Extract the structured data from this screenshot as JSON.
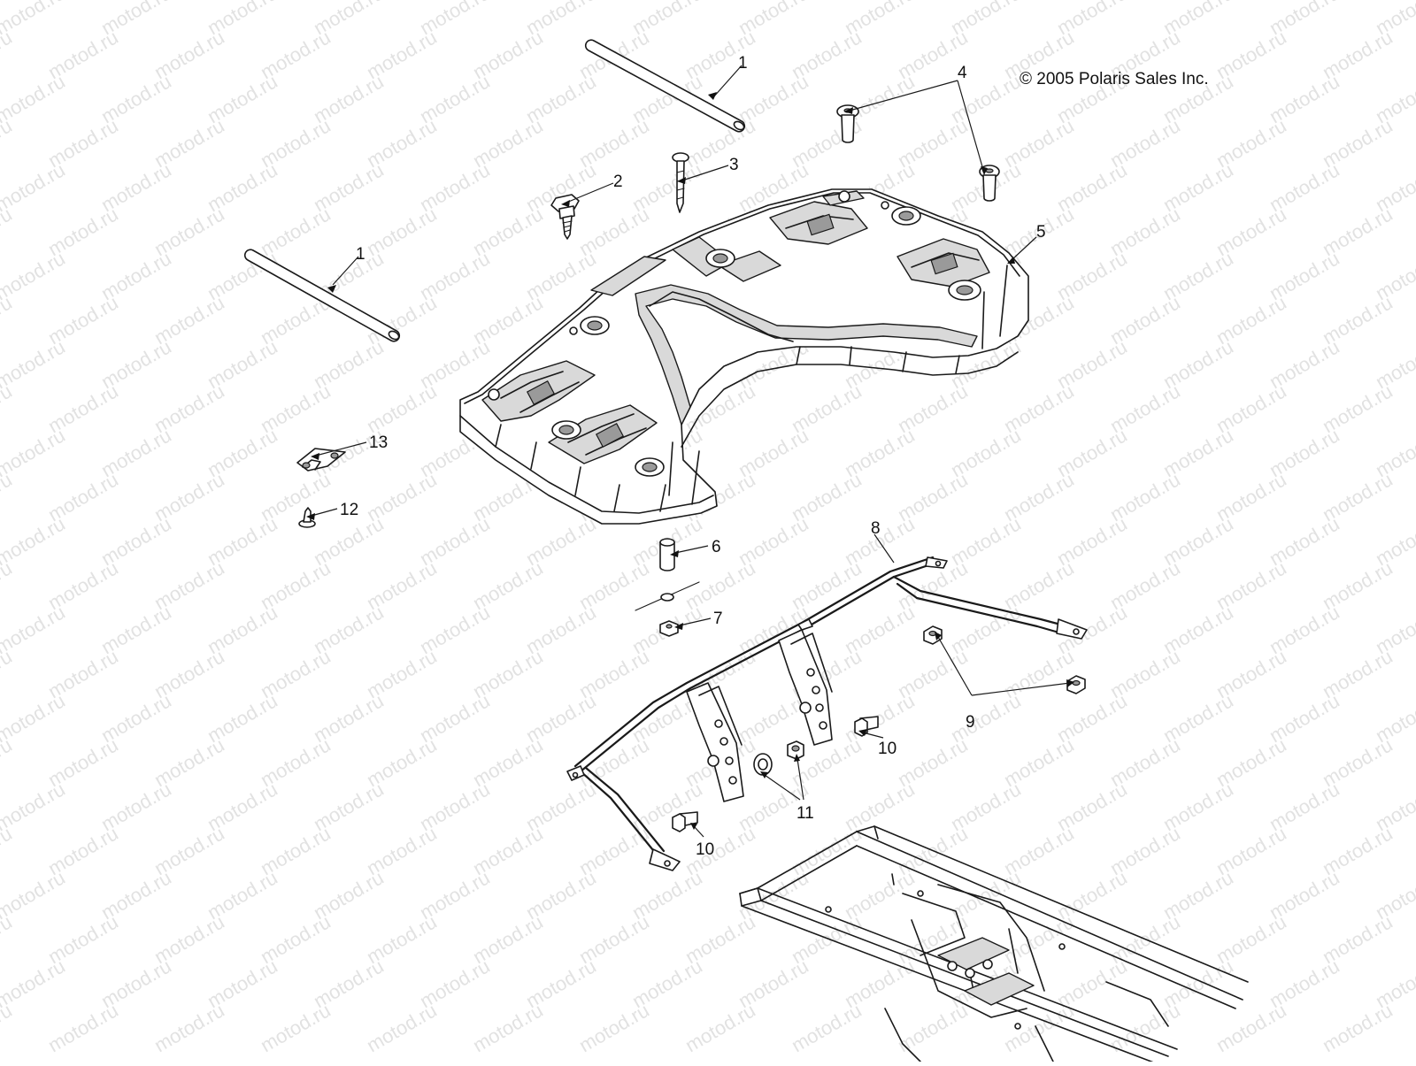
{
  "copyright": "© 2005 Polaris Sales Inc.",
  "watermark": "motod.ru",
  "callouts": [
    {
      "id": "c1a",
      "label": "1"
    },
    {
      "id": "c1b",
      "label": "1"
    },
    {
      "id": "c2",
      "label": "2"
    },
    {
      "id": "c3",
      "label": "3"
    },
    {
      "id": "c4",
      "label": "4"
    },
    {
      "id": "c5",
      "label": "5"
    },
    {
      "id": "c6",
      "label": "6"
    },
    {
      "id": "c7",
      "label": "7"
    },
    {
      "id": "c8",
      "label": "8"
    },
    {
      "id": "c9",
      "label": "9"
    },
    {
      "id": "c10a",
      "label": "10"
    },
    {
      "id": "c10b",
      "label": "10"
    },
    {
      "id": "c11",
      "label": "11"
    },
    {
      "id": "c12",
      "label": "12"
    },
    {
      "id": "c13",
      "label": "13"
    }
  ]
}
